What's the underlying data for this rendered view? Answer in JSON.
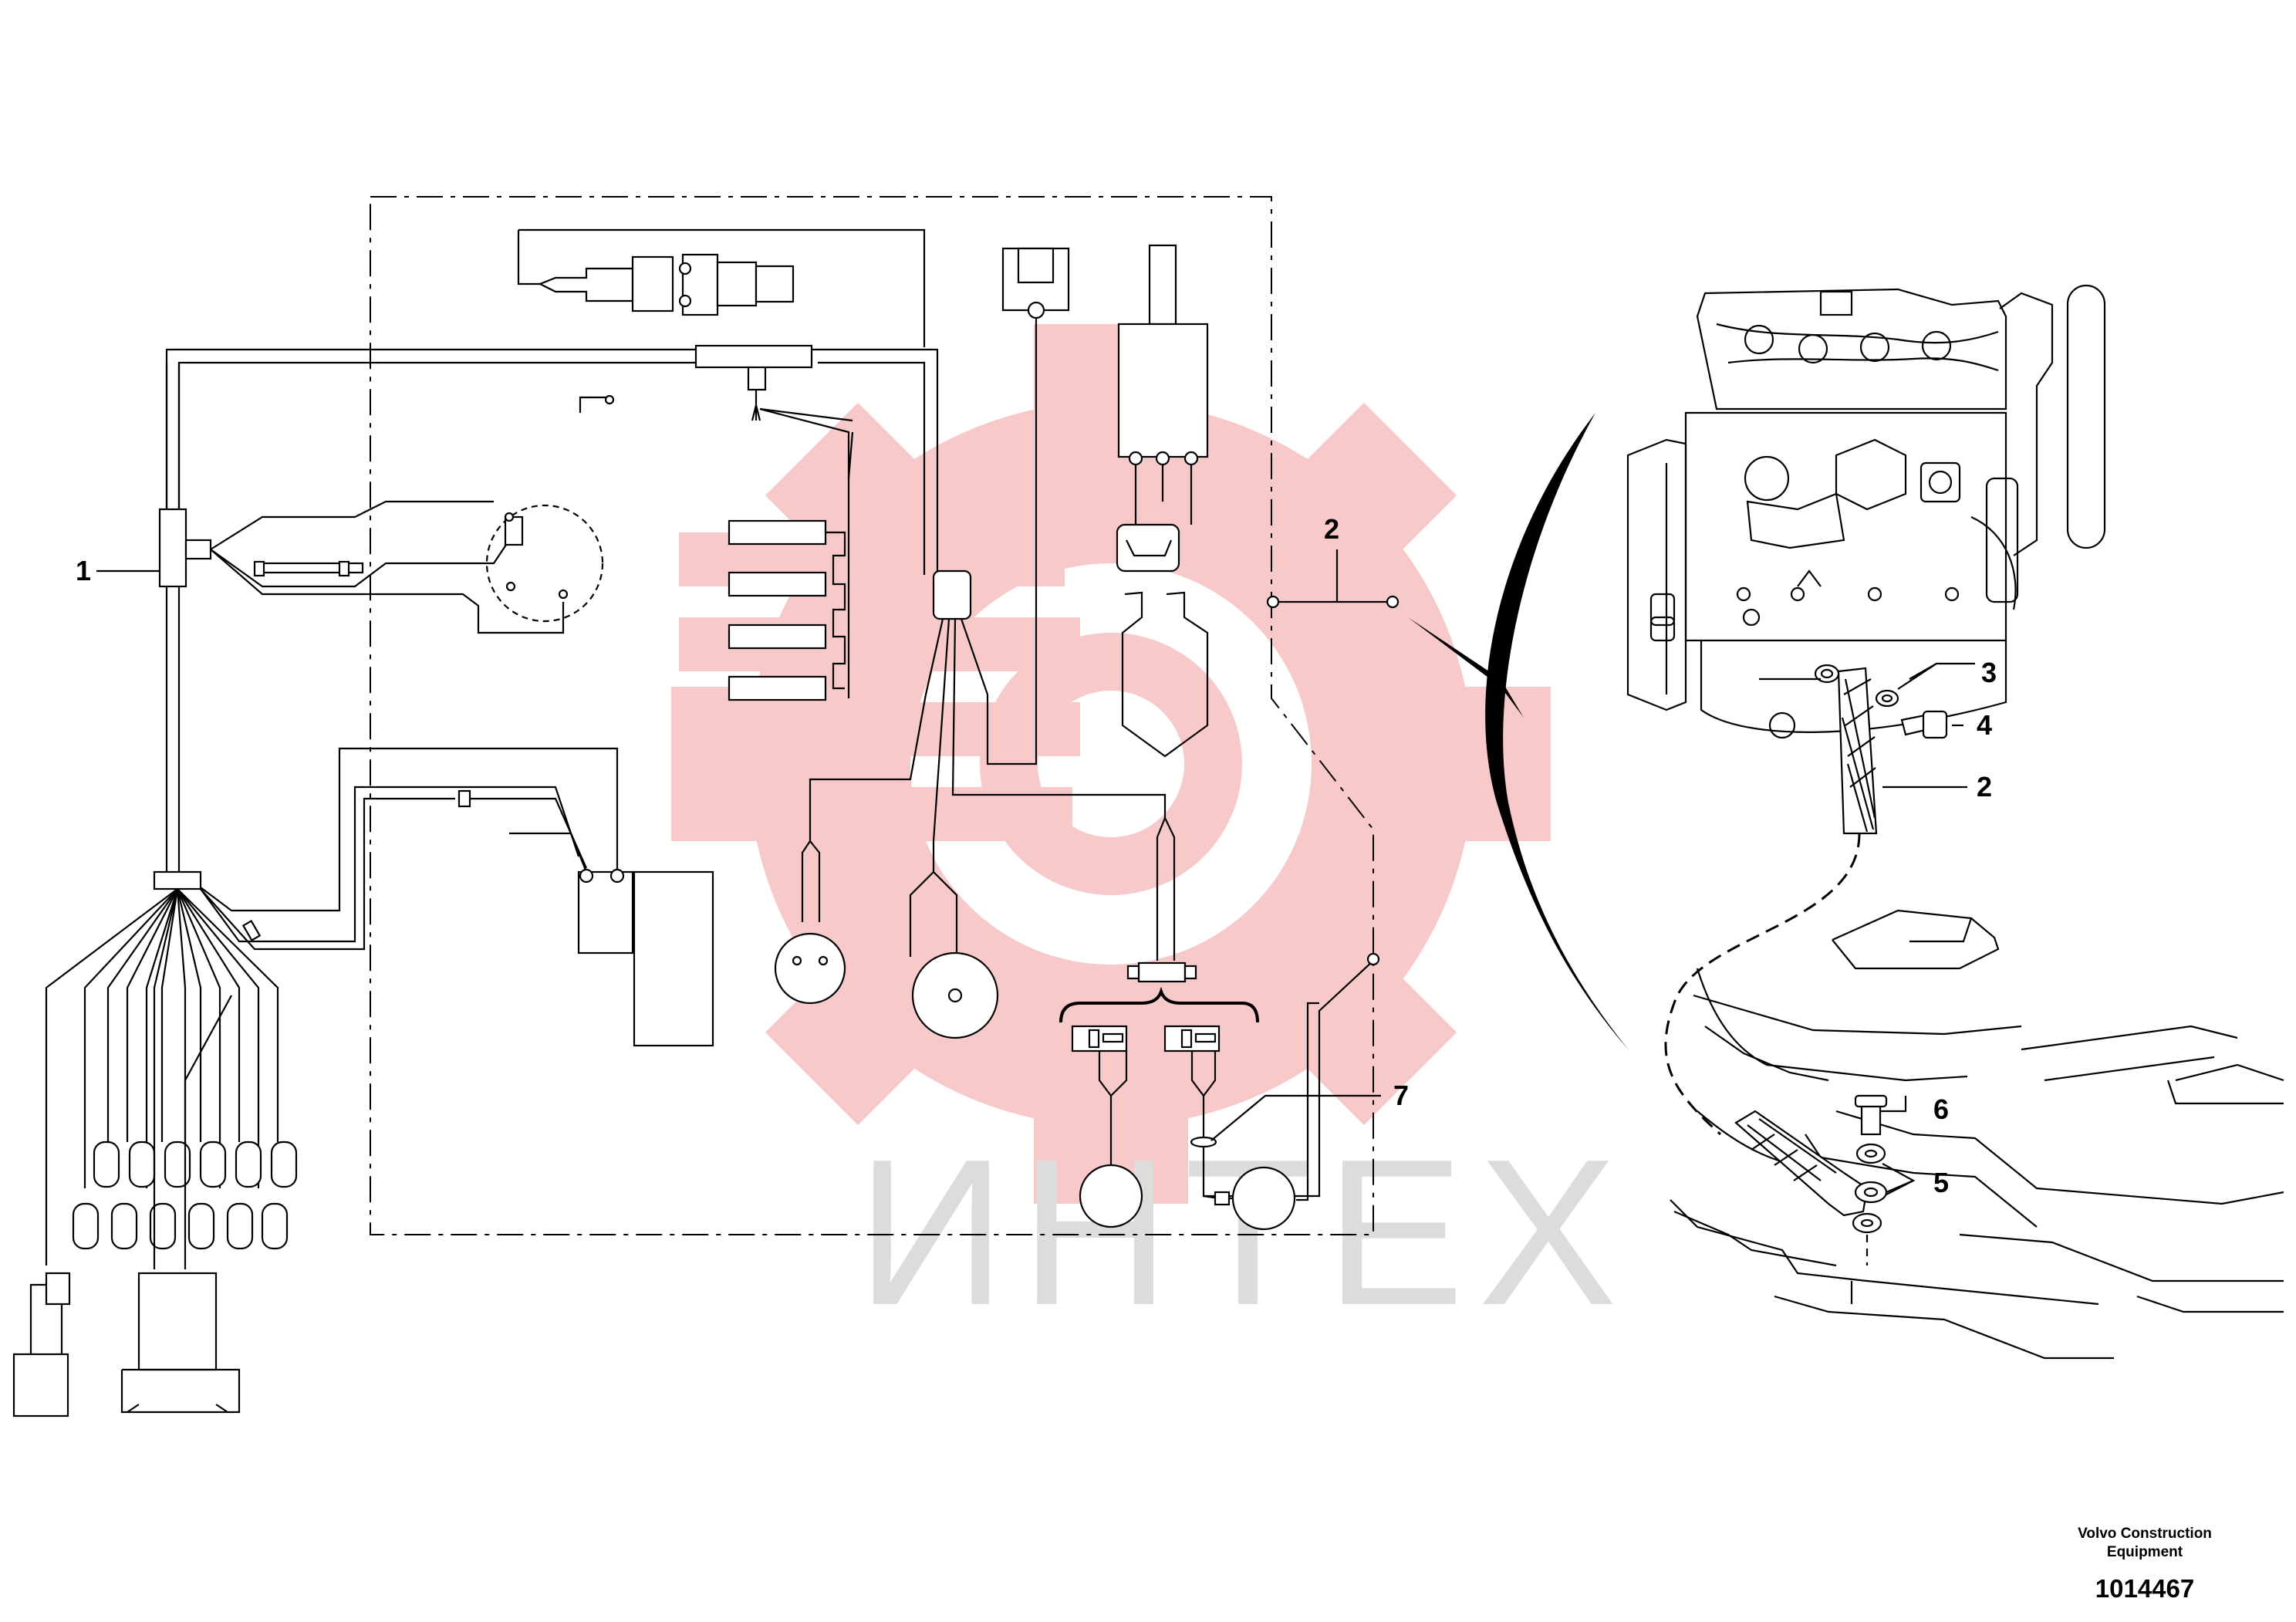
{
  "figure": {
    "watermark_text": "ИНТЕХ",
    "watermark_color": "#f7c9c9",
    "callouts": [
      "1",
      "2",
      "2",
      "3",
      "4",
      "5",
      "6",
      "7"
    ]
  },
  "credit": {
    "company": "Volvo Construction Equipment",
    "drawing_number": "1014467"
  }
}
